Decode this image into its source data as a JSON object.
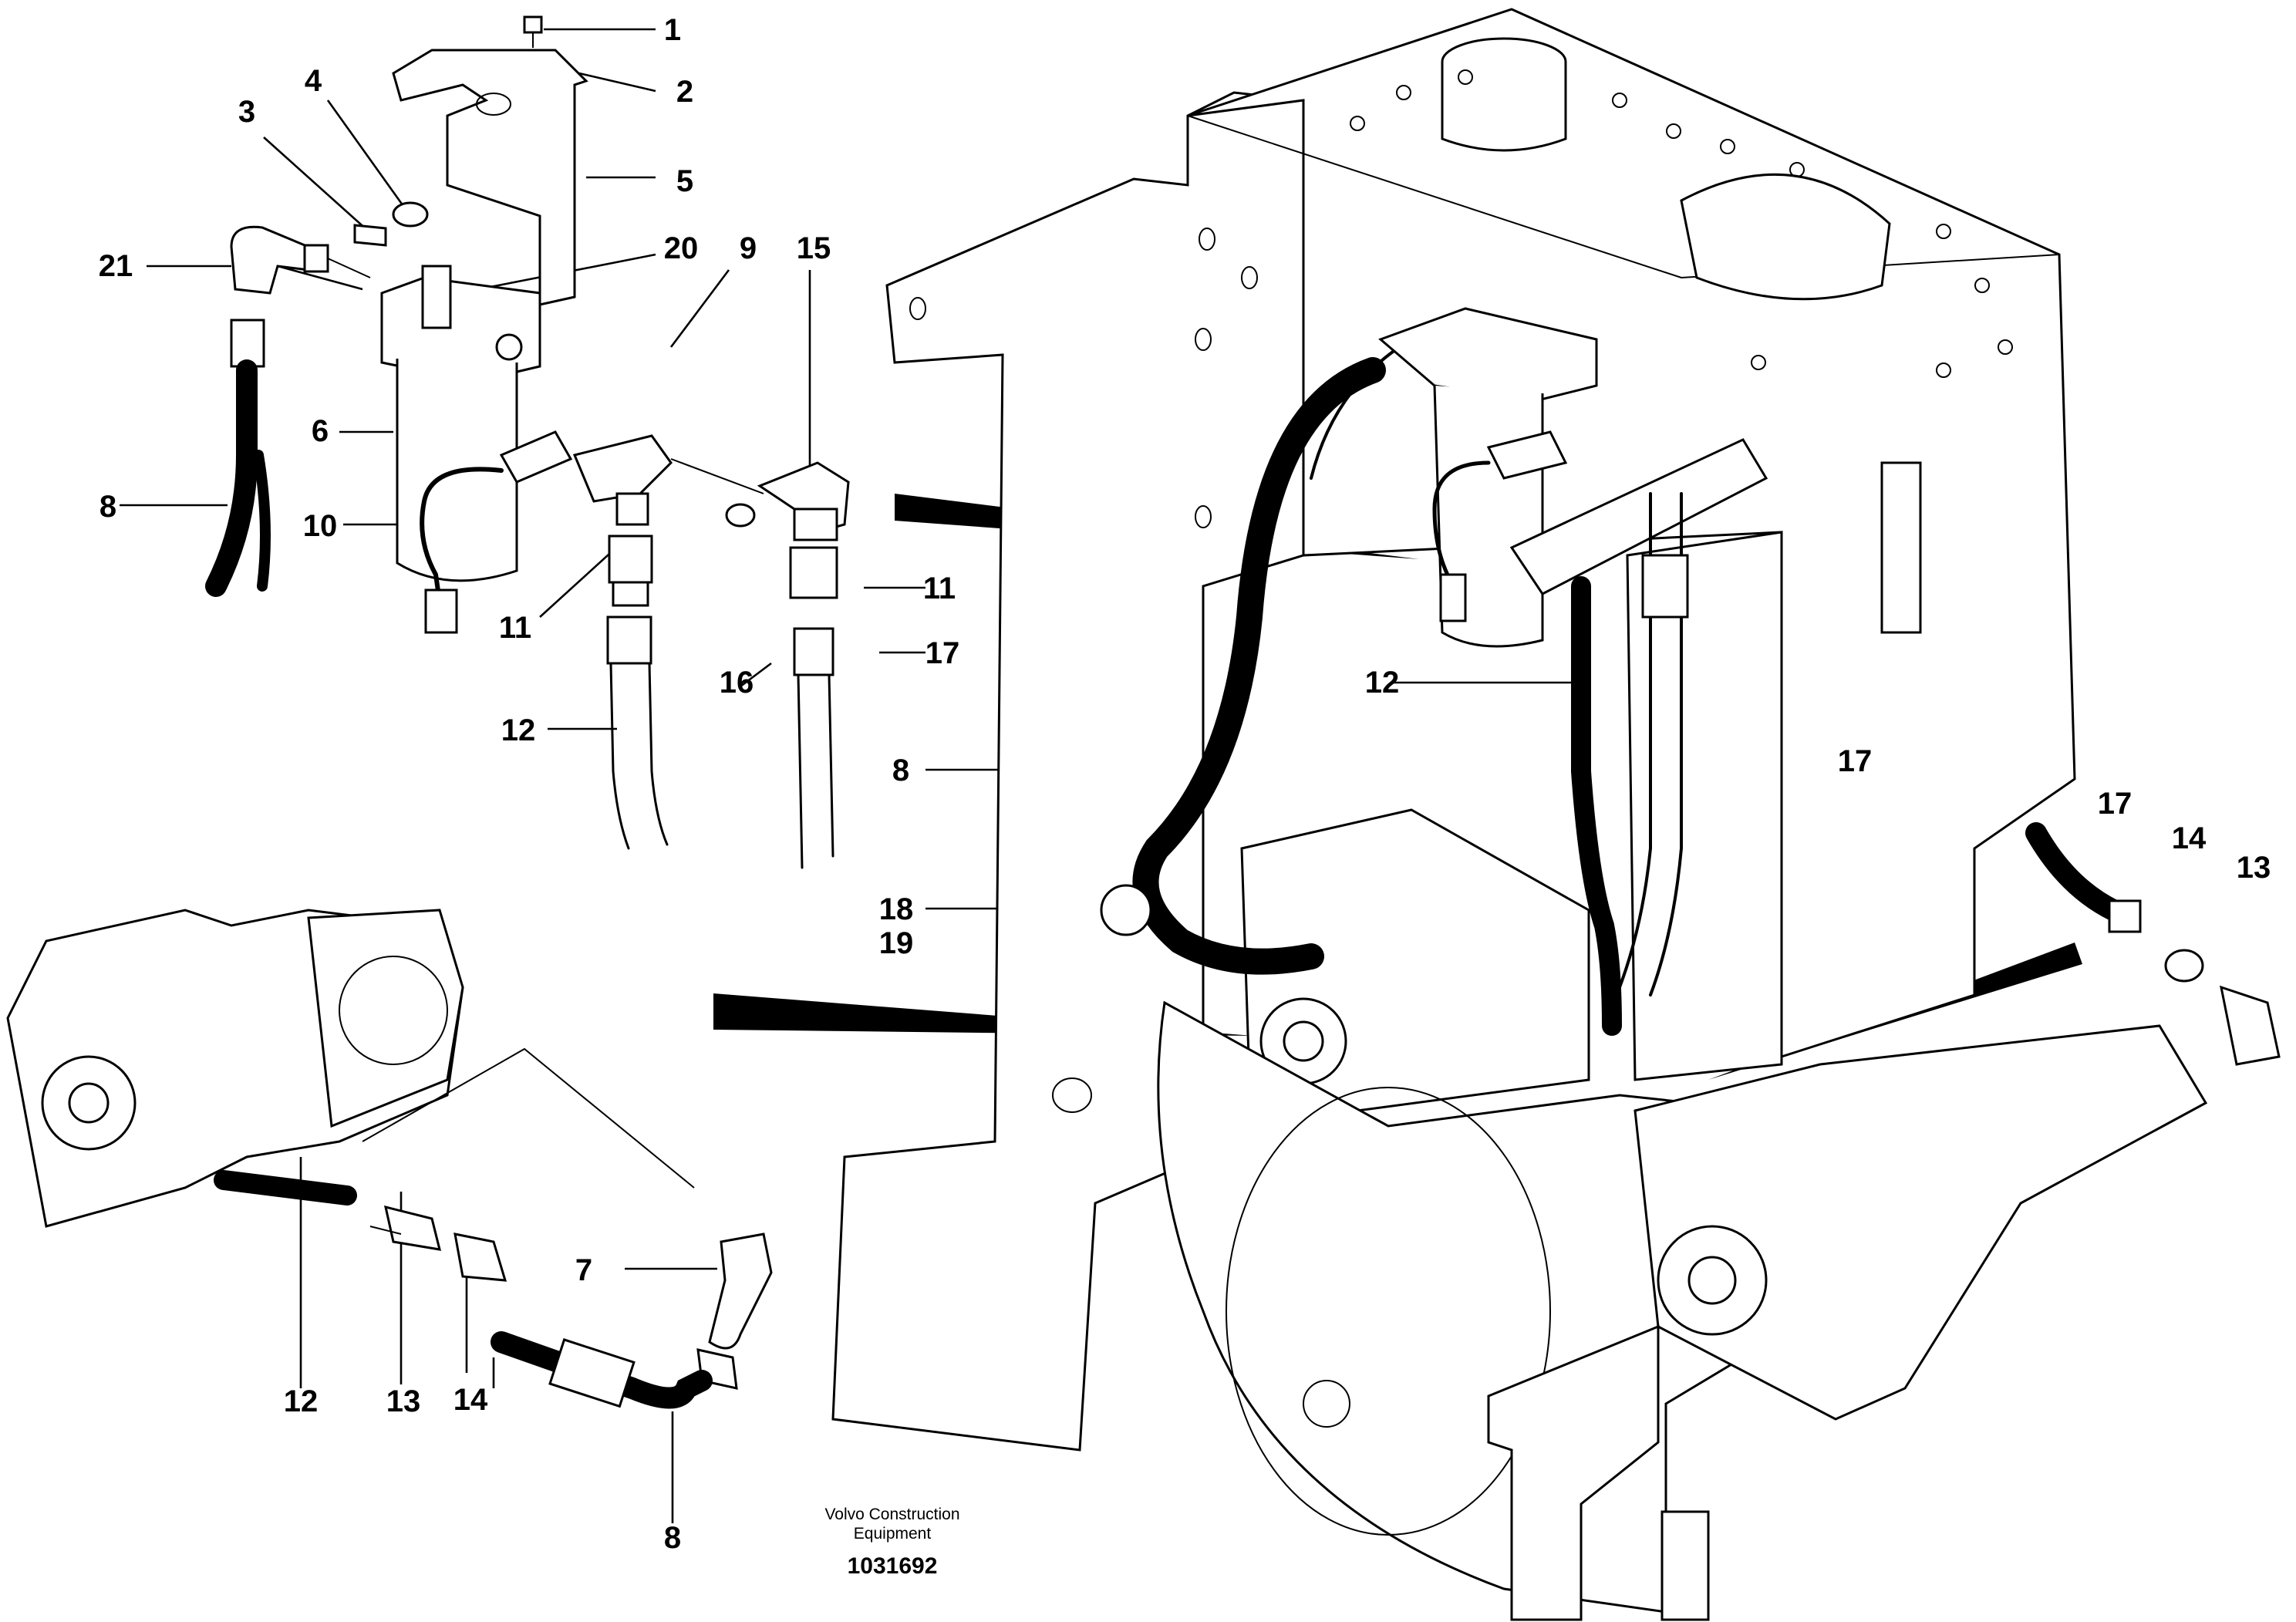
{
  "callouts": [
    {
      "id": "c1",
      "text": "1"
    },
    {
      "id": "c2",
      "text": "2"
    },
    {
      "id": "c3",
      "text": "3"
    },
    {
      "id": "c4",
      "text": "4"
    },
    {
      "id": "c5",
      "text": "5"
    },
    {
      "id": "c21",
      "text": "21"
    },
    {
      "id": "c20",
      "text": "20"
    },
    {
      "id": "c9",
      "text": "9"
    },
    {
      "id": "c15",
      "text": "15"
    },
    {
      "id": "c6",
      "text": "6"
    },
    {
      "id": "c8a",
      "text": "8"
    },
    {
      "id": "c10",
      "text": "10"
    },
    {
      "id": "c11a",
      "text": "11"
    },
    {
      "id": "c11b",
      "text": "11"
    },
    {
      "id": "c16",
      "text": "16"
    },
    {
      "id": "c17a",
      "text": "17"
    },
    {
      "id": "c12a",
      "text": "12"
    },
    {
      "id": "c12b",
      "text": "12"
    },
    {
      "id": "c8b",
      "text": "8"
    },
    {
      "id": "c17b",
      "text": "17"
    },
    {
      "id": "c17c",
      "text": "17"
    },
    {
      "id": "c14a",
      "text": "14"
    },
    {
      "id": "c13a",
      "text": "13"
    },
    {
      "id": "c18",
      "text": "18"
    },
    {
      "id": "c19",
      "text": "19"
    },
    {
      "id": "c7",
      "text": "7"
    },
    {
      "id": "c12c",
      "text": "12"
    },
    {
      "id": "c13b",
      "text": "13"
    },
    {
      "id": "c14b",
      "text": "14"
    },
    {
      "id": "c8c",
      "text": "8"
    }
  ],
  "credit": {
    "line1": "Volvo Construction",
    "line2": "Equipment",
    "drawing_number": "1031692"
  }
}
